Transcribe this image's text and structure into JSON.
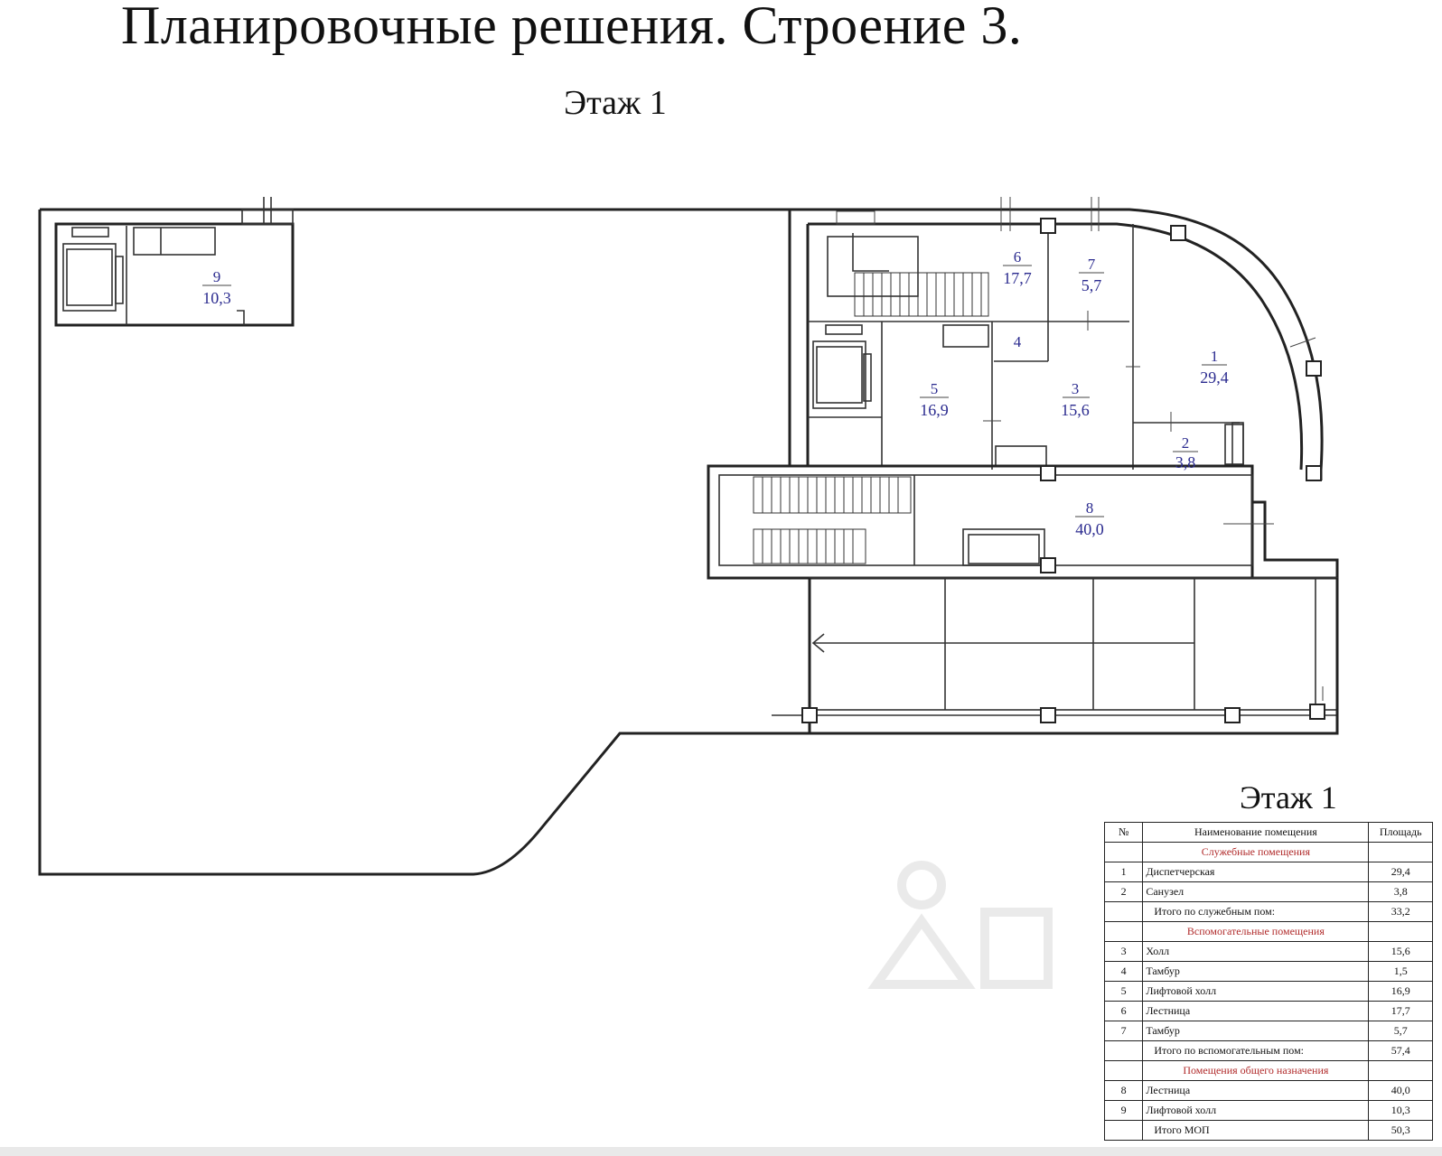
{
  "title": "Планировочные решения. Строение 3.",
  "floor_heading": "Этаж 1",
  "rooms": [
    {
      "num": "1",
      "area": "29,4"
    },
    {
      "num": "2",
      "area": "3,8"
    },
    {
      "num": "3",
      "area": "15,6"
    },
    {
      "num": "4",
      "area": ""
    },
    {
      "num": "5",
      "area": "16,9"
    },
    {
      "num": "6",
      "area": "17,7"
    },
    {
      "num": "7",
      "area": "5,7"
    },
    {
      "num": "8",
      "area": "40,0"
    },
    {
      "num": "9",
      "area": "10,3"
    }
  ],
  "table": {
    "heading": "Этаж 1",
    "columns": [
      "№",
      "Наименование помещения",
      "Площадь"
    ],
    "rows": [
      {
        "type": "section",
        "no": "",
        "name": "Служебные помещения",
        "area": ""
      },
      {
        "type": "item",
        "no": "1",
        "name": "Диспетчерская",
        "area": "29,4"
      },
      {
        "type": "item",
        "no": "2",
        "name": "Санузел",
        "area": "3,8"
      },
      {
        "type": "total",
        "no": "",
        "name": "Итого по служебным пом:",
        "area": "33,2"
      },
      {
        "type": "section",
        "no": "",
        "name": "Вспомогательные помещения",
        "area": ""
      },
      {
        "type": "item",
        "no": "3",
        "name": "Холл",
        "area": "15,6"
      },
      {
        "type": "item",
        "no": "4",
        "name": "Тамбур",
        "area": "1,5"
      },
      {
        "type": "item",
        "no": "5",
        "name": "Лифтовой холл",
        "area": "16,9"
      },
      {
        "type": "item",
        "no": "6",
        "name": "Лестница",
        "area": "17,7"
      },
      {
        "type": "item",
        "no": "7",
        "name": "Тамбур",
        "area": "5,7"
      },
      {
        "type": "total",
        "no": "",
        "name": "Итого по вспомогательным пом:",
        "area": "57,4"
      },
      {
        "type": "section",
        "no": "",
        "name": "Помещения общего назначения",
        "area": ""
      },
      {
        "type": "item",
        "no": "8",
        "name": "Лестница",
        "area": "40,0"
      },
      {
        "type": "item",
        "no": "9",
        "name": "Лифтовой холл",
        "area": "10,3"
      },
      {
        "type": "total",
        "no": "",
        "name": "Итого МОП",
        "area": "50,3"
      }
    ]
  },
  "colors": {
    "room_label": "#2b2b8f",
    "section_text": "#b02a2a",
    "line": "#222222"
  }
}
